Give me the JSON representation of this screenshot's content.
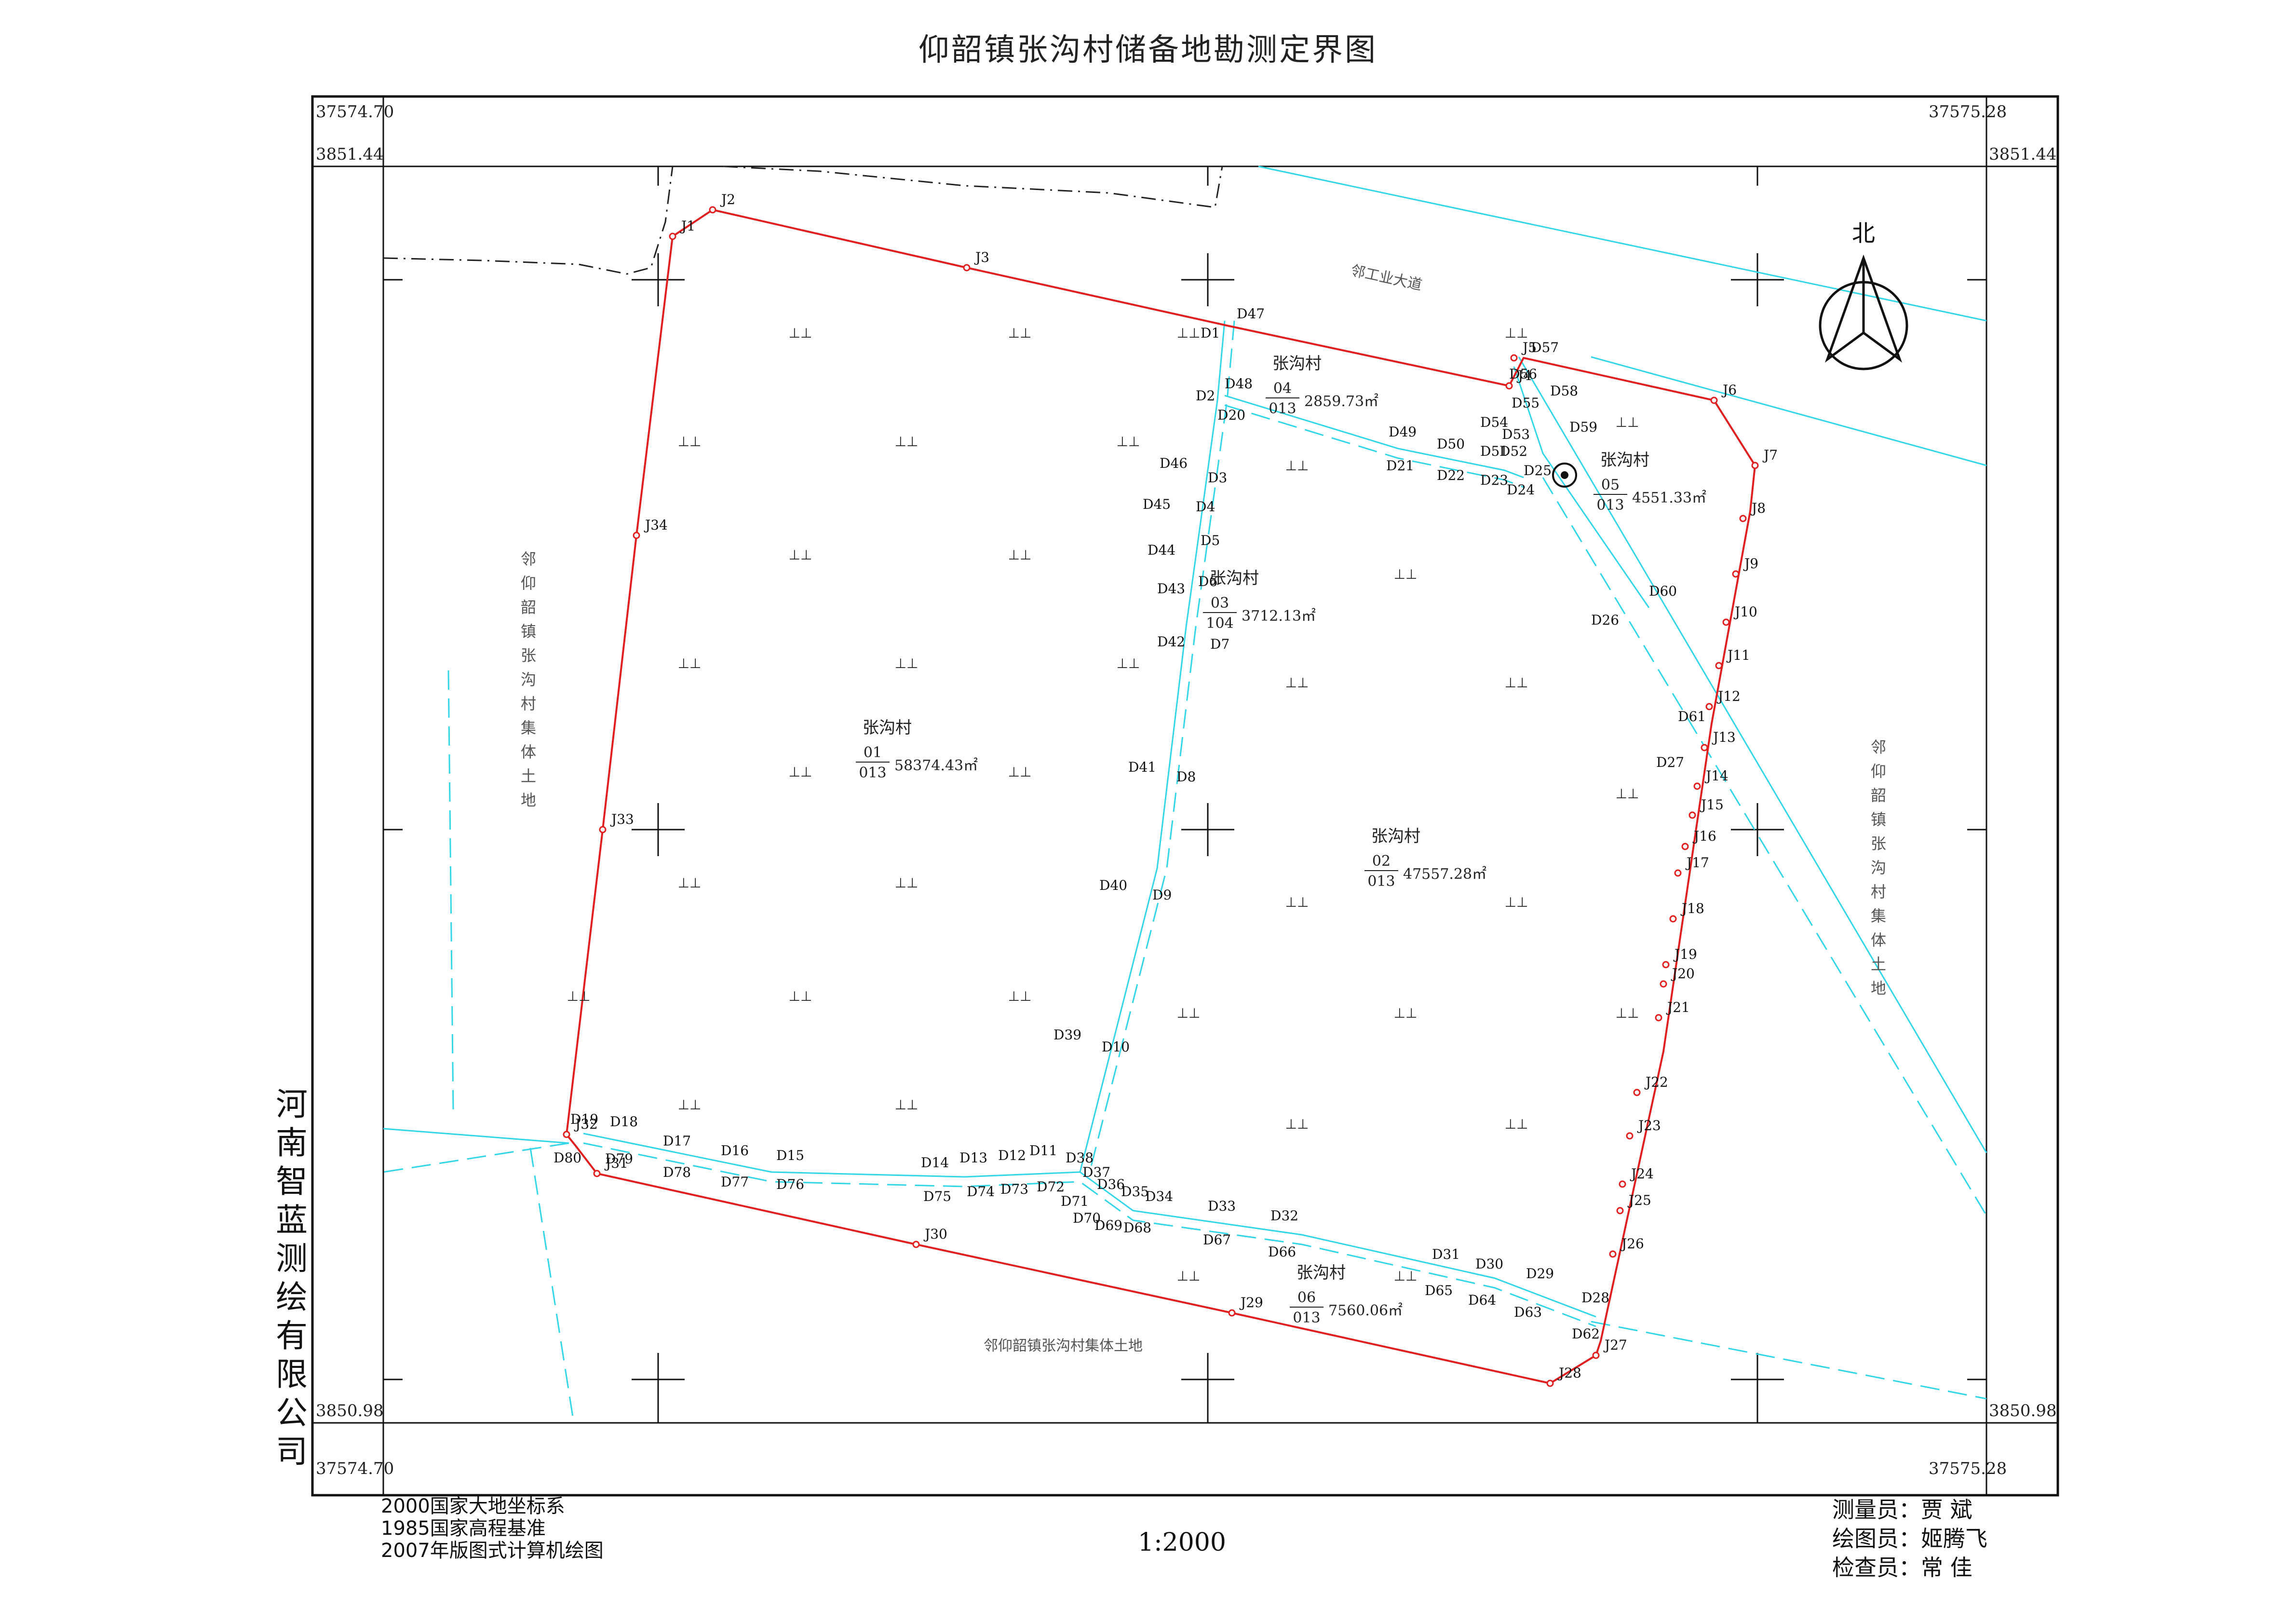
{
  "title": "仰韶镇张沟村储备地勘测定界图",
  "company": "河南智蓝测绘有限公司",
  "corners": {
    "top_left_x": "37574.70",
    "top_right_x": "37575.28",
    "left_top_y": "3851.44",
    "right_top_y": "3851.44",
    "left_bottom_y": "3850.98",
    "right_bottom_y": "3850.98",
    "bottom_left_x": "37574.70",
    "bottom_right_x": "37575.28"
  },
  "north_label": "北",
  "footer": {
    "lines": [
      "2000国家大地坐标系",
      "1985国家高程基准",
      "2007年版图式计算机绘图"
    ],
    "scale": "1:2000",
    "surveyor": "测量员：贾  斌",
    "drafter": "绘图员：姬腾飞",
    "checker": "检查员：常  佳"
  },
  "map_labels": {
    "road": "邻工业大道",
    "land_left": "邻仰韶镇张沟村集体土地",
    "land_right": "邻仰韶镇张沟村集体土地",
    "land_bottom": "邻仰韶镇张沟村集体土地"
  },
  "parcels": [
    {
      "name": "张沟村",
      "num": "01",
      "denom": "013",
      "area": "58374.43㎡"
    },
    {
      "name": "张沟村",
      "num": "02",
      "denom": "013",
      "area": "47557.28㎡"
    },
    {
      "name": "张沟村",
      "num": "03",
      "denom": "104",
      "area": "3712.13㎡"
    },
    {
      "name": "张沟村",
      "num": "04",
      "denom": "013",
      "area": "2859.73㎡"
    },
    {
      "name": "张沟村",
      "num": "05",
      "denom": "013",
      "area": "4551.33㎡"
    },
    {
      "name": "张沟村",
      "num": "06",
      "denom": "013",
      "area": "7560.06㎡"
    }
  ],
  "boundary_points": [
    "J1",
    "J2",
    "J3",
    "J4",
    "J5",
    "J6",
    "J7",
    "J8",
    "J9",
    "J10",
    "J11",
    "J12",
    "J13",
    "J14",
    "J15",
    "J16",
    "J17",
    "J18",
    "J19",
    "J20",
    "J21",
    "J22",
    "J23",
    "J24",
    "J25",
    "J26",
    "J27",
    "J28",
    "J29",
    "J30",
    "J31",
    "J32",
    "J33",
    "J34"
  ],
  "division_points": [
    "D1",
    "D2",
    "D3",
    "D4",
    "D5",
    "D6",
    "D7",
    "D8",
    "D9",
    "D10",
    "D11",
    "D12",
    "D13",
    "D14",
    "D15",
    "D16",
    "D17",
    "D18",
    "D19",
    "D20",
    "D21",
    "D22",
    "D23",
    "D24",
    "D25",
    "D26",
    "D27",
    "D28",
    "D29",
    "D30",
    "D31",
    "D32",
    "D33",
    "D34",
    "D35",
    "D36",
    "D37",
    "D38",
    "D39",
    "D40",
    "D41",
    "D42",
    "D43",
    "D44",
    "D45",
    "D46",
    "D47",
    "D48",
    "D49",
    "D50",
    "D51",
    "D52",
    "D53",
    "D54",
    "D55",
    "D56",
    "D57",
    "D58",
    "D59",
    "D60",
    "D61",
    "D62",
    "D63",
    "D64",
    "D65",
    "D66",
    "D67",
    "D68",
    "D69",
    "D70",
    "D71",
    "D72",
    "D73",
    "D74",
    "D75",
    "D76",
    "D77",
    "D78",
    "D79",
    "D80"
  ],
  "colors": {
    "boundary": "#e02020",
    "division": "#33d6e6",
    "frame": "#111111",
    "text": "#222222"
  }
}
